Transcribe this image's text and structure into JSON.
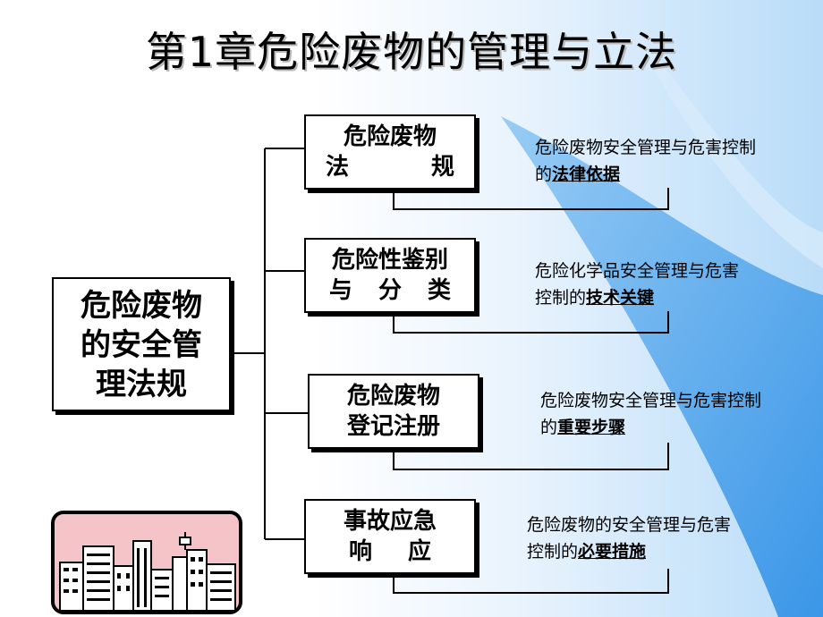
{
  "title": "第1章危险废物的管理与立法",
  "main": {
    "line1": "危险废物",
    "line2": "的安全管",
    "line3": "理法规"
  },
  "branches": [
    {
      "label_line1": "危险废物",
      "label_line2": "法规",
      "desc_prefix": "危险废物安全管理与危害控制的",
      "desc_emphasis": "法律依据"
    },
    {
      "label_line1": "危险性鉴别",
      "label_line2": "与分类",
      "desc_prefix": "危险化学品安全管理与危害控制的",
      "desc_emphasis": "技术关键"
    },
    {
      "label_line1": "危险废物",
      "label_line2": "登记注册",
      "desc_prefix": "危险废物安全管理与危害控制的",
      "desc_emphasis": "重要步骤"
    },
    {
      "label_line1": "事故应急",
      "label_line2": "响应",
      "desc_prefix": "危险废物的安全管理与危害控制的",
      "desc_emphasis": "必要措施"
    }
  ],
  "colors": {
    "background_right": "#b9dcf8",
    "wave_blue": "#3d9be9",
    "city_sky": "#f4c4c8",
    "text": "#000000"
  },
  "icons": [
    "city-skyline-icon"
  ]
}
